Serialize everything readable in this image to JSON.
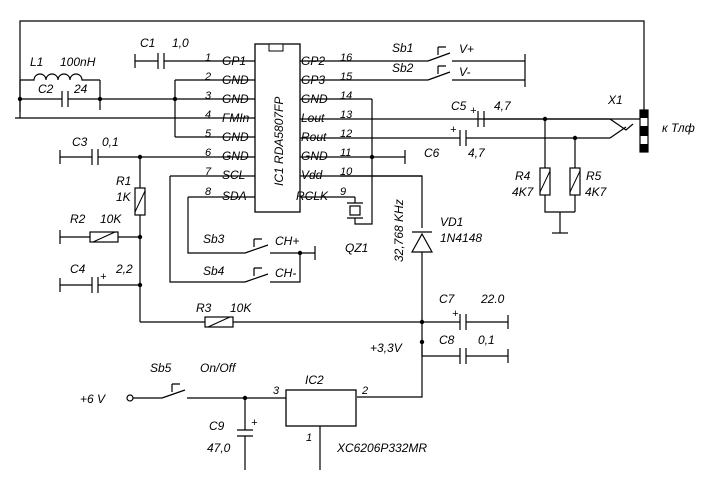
{
  "ic1": {
    "ref": "IC1",
    "part": "RDA5807FP",
    "left_pins": [
      {
        "num": "1",
        "name": "GP1"
      },
      {
        "num": "2",
        "name": "GND"
      },
      {
        "num": "3",
        "name": "GND"
      },
      {
        "num": "4",
        "name": "FMIn"
      },
      {
        "num": "5",
        "name": "GND"
      },
      {
        "num": "6",
        "name": "GND"
      },
      {
        "num": "7",
        "name": "SCL"
      },
      {
        "num": "8",
        "name": "SDA"
      }
    ],
    "right_pins": [
      {
        "num": "16",
        "name": "GP2"
      },
      {
        "num": "15",
        "name": "GP3"
      },
      {
        "num": "14",
        "name": "GND"
      },
      {
        "num": "13",
        "name": "Lout"
      },
      {
        "num": "12",
        "name": "Rout"
      },
      {
        "num": "11",
        "name": "GND"
      },
      {
        "num": "10",
        "name": "Vdd"
      },
      {
        "num": "9",
        "name": "RCLK"
      }
    ]
  },
  "components": {
    "c1": {
      "ref": "C1",
      "value": "1,0"
    },
    "l1": {
      "ref": "L1",
      "value": "100nH"
    },
    "c2": {
      "ref": "C2",
      "value": "24"
    },
    "c3": {
      "ref": "C3",
      "value": "0,1"
    },
    "r1": {
      "ref": "R1",
      "value": "1K"
    },
    "r2": {
      "ref": "R2",
      "value": "10K"
    },
    "c4": {
      "ref": "C4",
      "value": "2,2"
    },
    "r3": {
      "ref": "R3",
      "value": "10K"
    },
    "c5": {
      "ref": "C5",
      "value": "4,7"
    },
    "c6": {
      "ref": "C6",
      "value": "4,7"
    },
    "r4": {
      "ref": "R4",
      "value": "4K7"
    },
    "r5": {
      "ref": "R5",
      "value": "4K7"
    },
    "qz1": {
      "ref": "QZ1",
      "value": "32,768 KHz"
    },
    "vd1": {
      "ref": "VD1",
      "value": "1N4148"
    },
    "c7": {
      "ref": "C7",
      "value": "22.0"
    },
    "c8": {
      "ref": "C8",
      "value": "0,1"
    },
    "c9": {
      "ref": "C9",
      "value": "47,0"
    },
    "ic2": {
      "ref": "IC2",
      "part": "XC6206P332MR",
      "pin_in": "3",
      "pin_out": "2",
      "pin_gnd": "1"
    },
    "x1": {
      "ref": "X1",
      "label": "к Тлф"
    }
  },
  "buttons": {
    "sb1": {
      "ref": "Sb1",
      "label": "V+"
    },
    "sb2": {
      "ref": "Sb2",
      "label": "V-"
    },
    "sb3": {
      "ref": "Sb3",
      "label": "CH+"
    },
    "sb4": {
      "ref": "Sb4",
      "label": "CH-"
    },
    "sb5": {
      "ref": "Sb5",
      "label": "On/Off"
    }
  },
  "plus_sign": "+",
  "power": {
    "input": "+6 V",
    "rail": "+3,3V"
  }
}
